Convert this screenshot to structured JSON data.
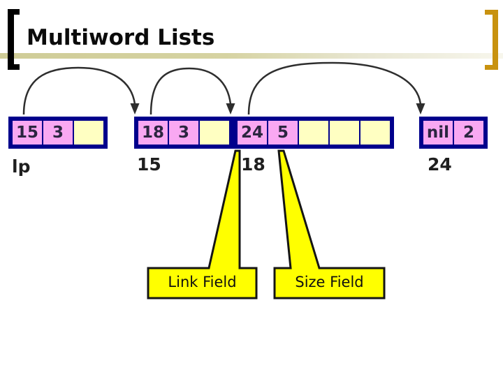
{
  "title": "Multiword Lists",
  "diagram": {
    "nodes": [
      {
        "pointer_label": "lp",
        "cells": [
          {
            "value": "15"
          },
          {
            "value": "3"
          },
          {
            "value": ""
          }
        ]
      },
      {
        "pointer_label": "15",
        "cells": [
          {
            "value": "18"
          },
          {
            "value": "3"
          },
          {
            "value": ""
          }
        ]
      },
      {
        "pointer_label": "18",
        "cells": [
          {
            "value": "24"
          },
          {
            "value": "5"
          },
          {
            "value": ""
          },
          {
            "value": ""
          },
          {
            "value": ""
          }
        ]
      },
      {
        "pointer_label": "24",
        "cells": [
          {
            "value": "nil"
          },
          {
            "value": "2"
          }
        ]
      }
    ],
    "callouts": [
      {
        "label": "Link Field",
        "points_to": "link cell of node 18 (value 24)"
      },
      {
        "label": "Size Field",
        "points_to": "size cell of node 18 (value 5)"
      }
    ],
    "arrows": [
      {
        "from_node": "lp",
        "link_value": "15",
        "to_node": "15"
      },
      {
        "from_node": "15",
        "link_value": "18",
        "to_node": "18"
      },
      {
        "from_node": "18",
        "link_value": "24",
        "to_node": "24"
      }
    ]
  },
  "colors": {
    "node_border_navy": "#00008C",
    "cell_pink": "#F9A8F2",
    "cell_empty_yellow": "#FFFFC2",
    "callout_yellow": "#FFFF00",
    "bracket_left_black": "#000000",
    "bracket_right_gold": "#C8920F",
    "title_rule_khaki": "#D4D19E",
    "arrow_dark": "#2E2E2E"
  }
}
